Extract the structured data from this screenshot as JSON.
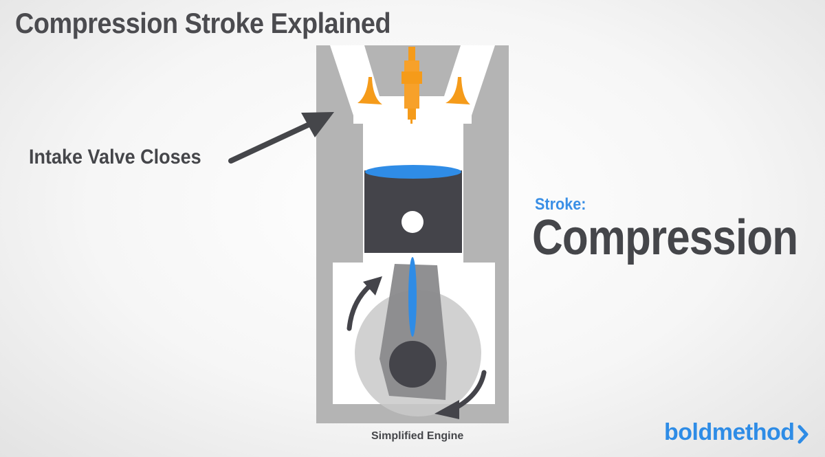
{
  "title": "Compression Stroke Explained",
  "callout": "Intake Valve Closes",
  "stroke": {
    "label": "Stroke:",
    "name": "Compression"
  },
  "caption": "Simplified Engine",
  "brand": {
    "name": "boldmethod",
    "icon": "chevron-right-icon"
  },
  "colors": {
    "text": "#45464a",
    "accent_blue": "#3a8fe6",
    "engine_block": "#b4b4b4",
    "piston": "#44444a",
    "spark": "#f59b1a",
    "fuel_mix": "#2f8ce6"
  }
}
